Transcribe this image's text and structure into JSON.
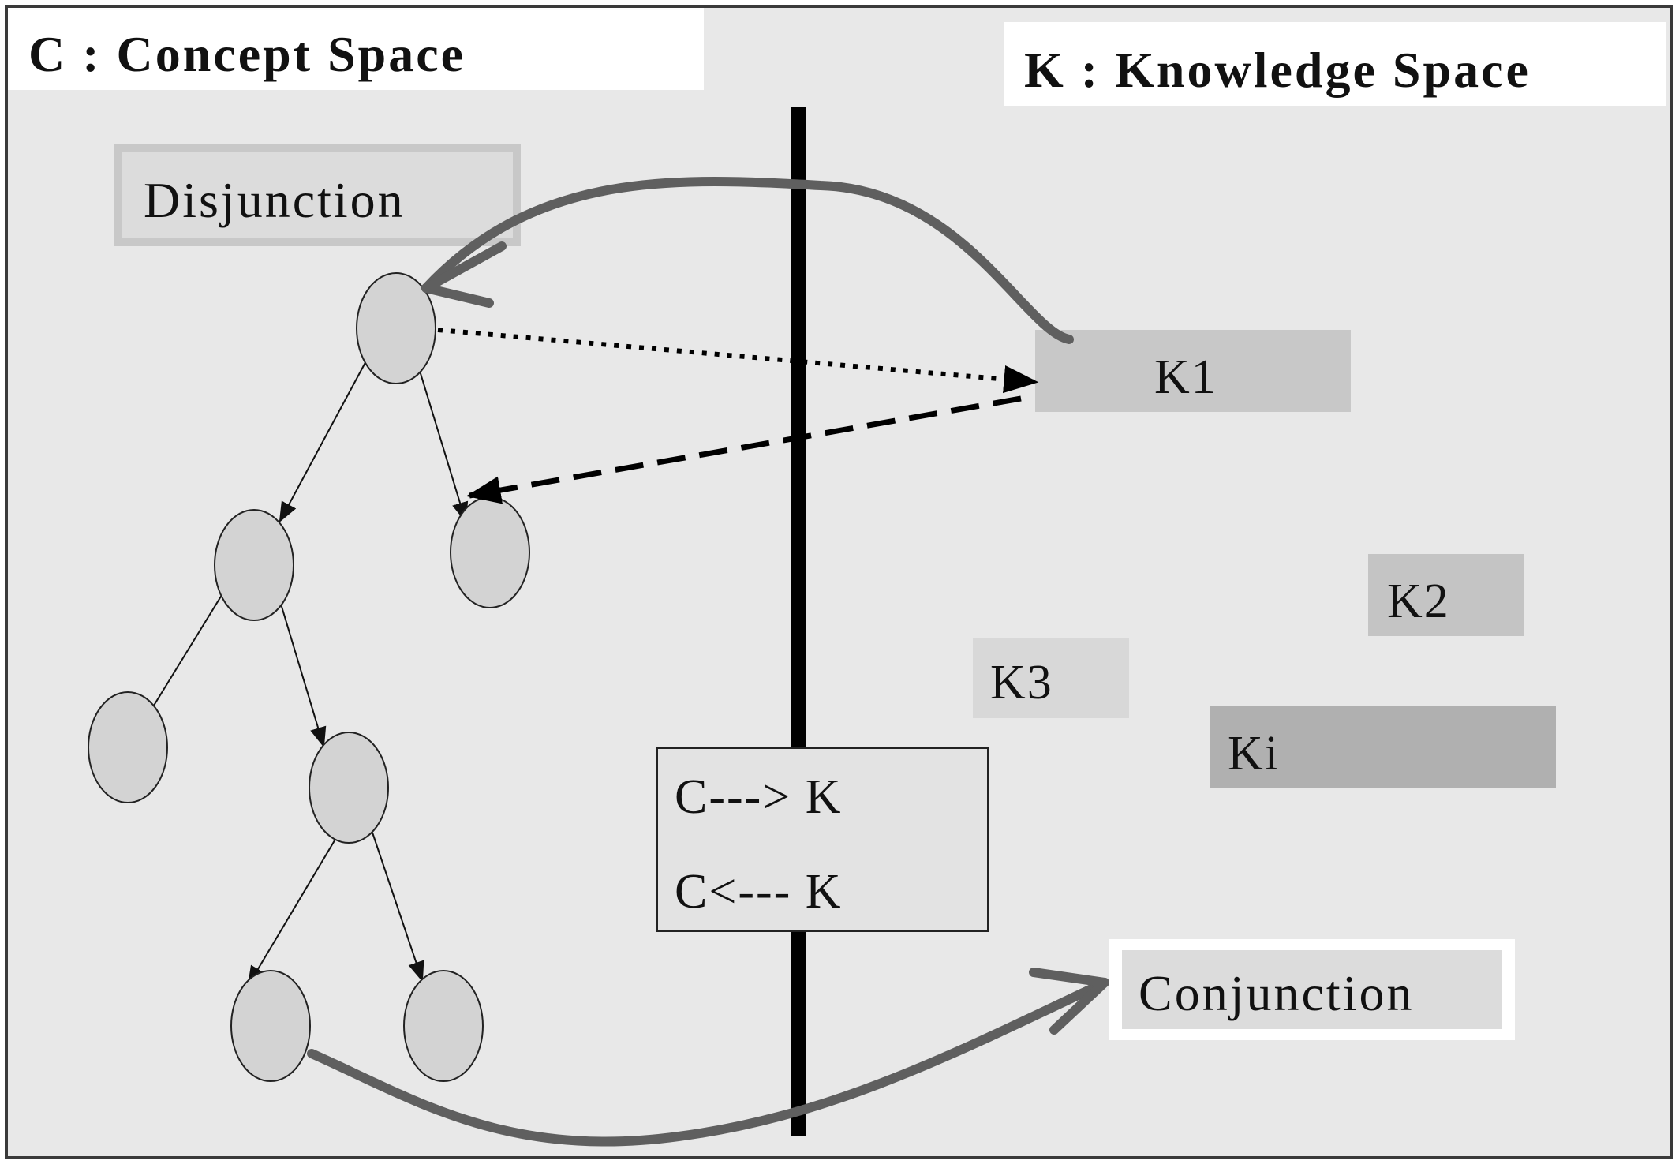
{
  "diagram": {
    "concept_space_title": "C : Concept Space",
    "knowledge_space_title": "K : Knowledge Space",
    "disjunction_label": "Disjunction",
    "conjunction_label": "Conjunction",
    "knowledge_items": {
      "k1": "K1",
      "k2": "K2",
      "k3": "K3",
      "ki": "Ki"
    },
    "mapping_box": {
      "line1": "C---> K",
      "line2": "C<--- K"
    }
  },
  "colors": {
    "page_background": "#e8e8e8",
    "node_fill": "#d3d3d3",
    "curve_arrow": "#5f5f5f",
    "divider": "#000000"
  }
}
